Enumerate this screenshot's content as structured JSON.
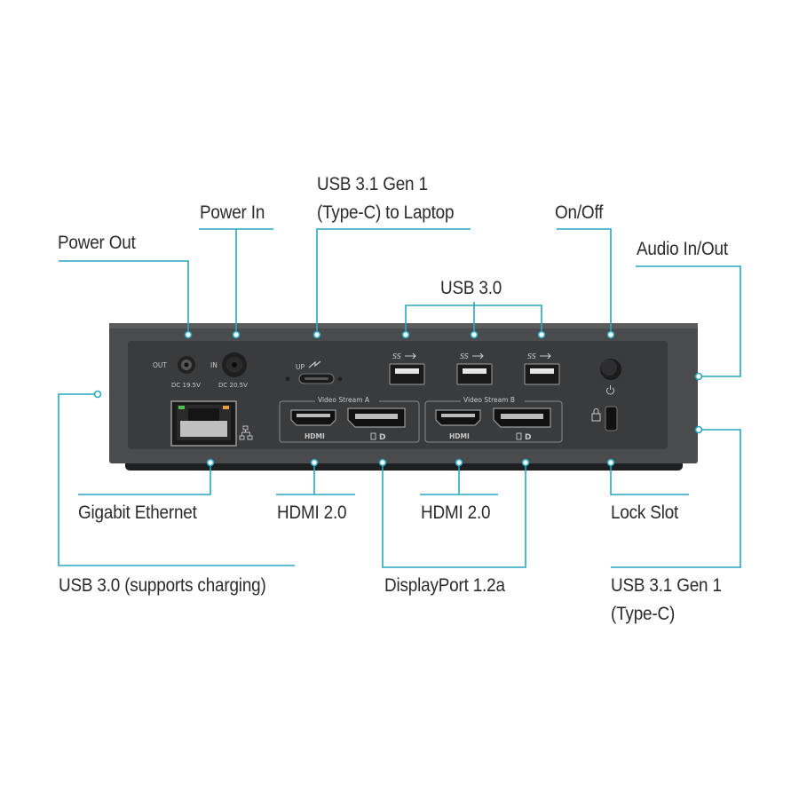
{
  "callouts": {
    "power_out": "Power Out",
    "power_in": "Power In",
    "usbc_laptop_line1": "USB 3.1 Gen 1",
    "usbc_laptop_line2": "(Type-C) to Laptop",
    "usb30_top": "USB 3.0",
    "on_off": "On/Off",
    "audio": "Audio In/Out",
    "gigabit_ethernet": "Gigabit Ethernet",
    "hdmi_a": "HDMI 2.0",
    "hdmi_b": "HDMI 2.0",
    "lock_slot": "Lock Slot",
    "usb30_charging": "USB 3.0 (supports charging)",
    "displayport": "DisplayPort 1.2a",
    "usbc_side_line1": "USB 3.1 Gen 1",
    "usbc_side_line2": "(Type-C)"
  },
  "device_labels": {
    "out": "OUT",
    "in": "IN",
    "dc_out": "DC 19.5V",
    "dc_in": "DC 20.5V",
    "up": "UP",
    "usb_ss_1": "SS",
    "usb_ss_2": "SS",
    "usb_ss_3": "SS",
    "video_stream_a": "Video Stream A",
    "video_stream_b": "Video Stream B",
    "hdmi_a": "HDMI",
    "hdmi_b": "HDMI",
    "dp_a": "D",
    "dp_b": "D"
  },
  "colors": {
    "accent": "#27a7c1",
    "device_body": "#4a4b4d",
    "device_face": "#3a3b3d",
    "text": "#2b2b2b"
  }
}
